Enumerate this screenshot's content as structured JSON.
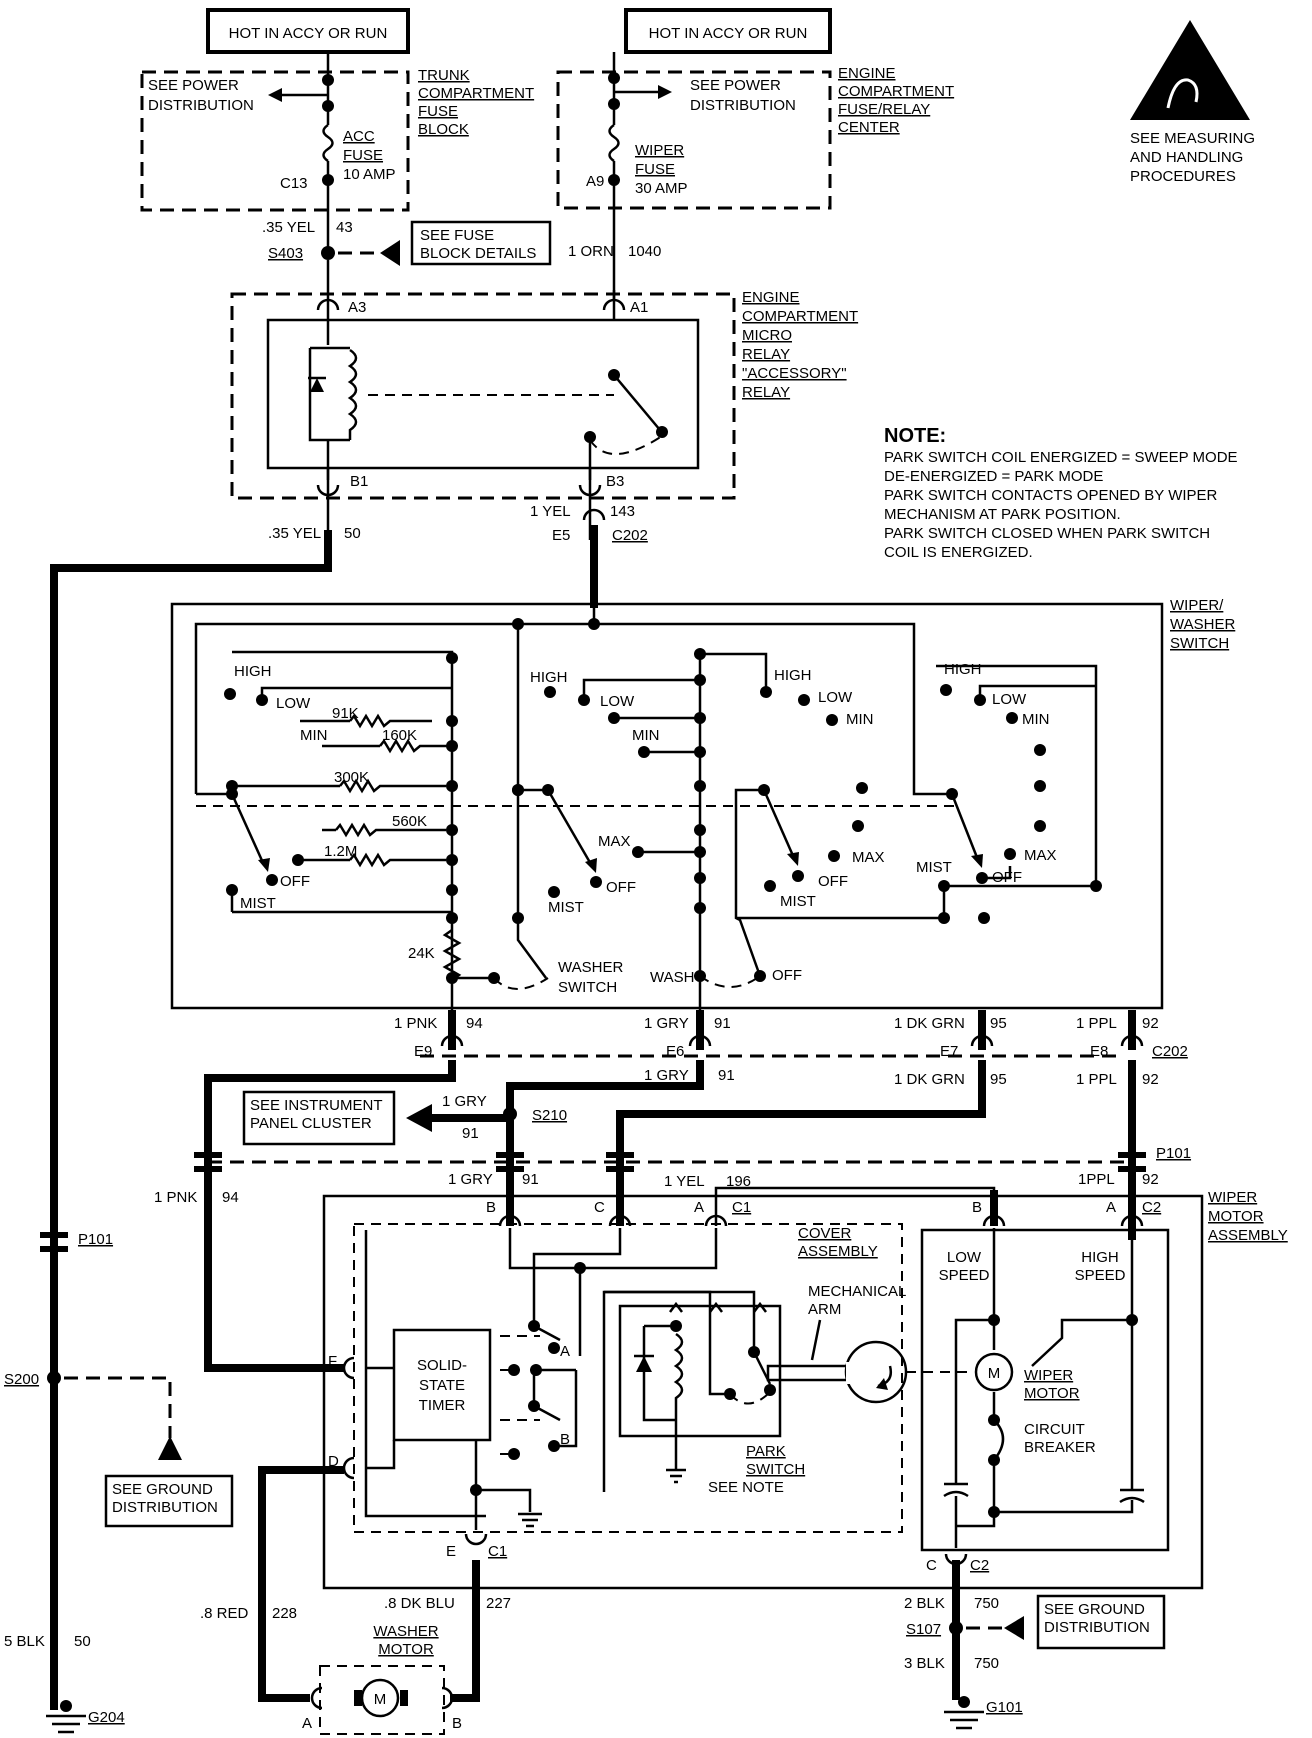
{
  "power": {
    "hot_left": "HOT IN ACCY OR RUN",
    "hot_right": "HOT IN ACCY OR RUN"
  },
  "trunk_block": {
    "see_power_line1": "SEE POWER",
    "see_power_line2": "DISTRIBUTION",
    "name": [
      "TRUNK",
      "COMPARTMENT",
      "FUSE",
      "BLOCK"
    ],
    "fuse": [
      "ACC",
      "FUSE",
      "10 AMP"
    ],
    "terminal": "C13"
  },
  "engine_fuse_center": {
    "see_power_line1": "SEE POWER",
    "see_power_line2": "DISTRIBUTION",
    "name": [
      "ENGINE",
      "COMPARTMENT",
      "FUSE/RELAY",
      "CENTER"
    ],
    "fuse": [
      "WIPER",
      "FUSE",
      "30 AMP"
    ],
    "terminal": "A9"
  },
  "esd": {
    "line1": "SEE MEASURING",
    "line2": "AND HANDLING",
    "line3": "PROCEDURES"
  },
  "splice_s403": {
    "name": "S403",
    "wire": ".35 YEL",
    "circuit": "43",
    "callout_line1": "SEE FUSE",
    "callout_line2": "BLOCK DETAILS"
  },
  "wire_1040": {
    "wire": "1 ORN",
    "circuit": "1040"
  },
  "relay": {
    "name": [
      "ENGINE",
      "COMPARTMENT",
      "MICRO",
      "RELAY",
      "\"ACCESSORY\"",
      "RELAY"
    ],
    "pins": {
      "a3": "A3",
      "a1": "A1",
      "b1": "B1",
      "b3": "B3"
    }
  },
  "wire_50": {
    "wire": ".35 YEL",
    "circuit": "50"
  },
  "wire_143": {
    "wire": "1 YEL",
    "circuit": "143",
    "pin": "E5",
    "connector": "C202"
  },
  "note": {
    "heading": "NOTE:",
    "lines": [
      "PARK SWITCH COIL ENERGIZED = SWEEP MODE",
      "DE-ENERGIZED = PARK MODE",
      "PARK SWITCH CONTACTS OPENED BY WIPER",
      "MECHANISM AT PARK POSITION.",
      "PARK SWITCH CLOSED WHEN PARK SWITCH",
      "COIL IS ENERGIZED."
    ]
  },
  "wiper_switch": {
    "name": [
      "WIPER/",
      "WASHER",
      "SWITCH"
    ],
    "deck1": {
      "high": "HIGH",
      "low": "LOW",
      "min": "MIN",
      "off": "OFF",
      "mist": "MIST"
    },
    "resistors": [
      "91K",
      "160K",
      "300K",
      "560K",
      "1.2M",
      "24K"
    ],
    "deck2": {
      "high": "HIGH",
      "low": "LOW",
      "min": "MIN",
      "max": "MAX",
      "off": "OFF",
      "mist": "MIST",
      "washer1": "WASHER",
      "washer2": "SWITCH"
    },
    "deck3": {
      "high": "HIGH",
      "low": "LOW",
      "min": "MIN",
      "max": "MAX",
      "off": "OFF",
      "mist": "MIST",
      "wash": "WASH",
      "off2": "OFF"
    },
    "deck4": {
      "high": "HIGH",
      "low": "LOW",
      "min": "MIN",
      "max": "MAX",
      "off": "OFF",
      "mist": "MIST"
    }
  },
  "c202_wires": {
    "w94": {
      "wire": "1 PNK",
      "circuit": "94",
      "pin": "E9"
    },
    "w91": {
      "wire": "1 GRY",
      "circuit": "91",
      "pin": "E6"
    },
    "w95": {
      "wire": "1 DK GRN",
      "circuit": "95",
      "pin": "E7"
    },
    "w92": {
      "wire": "1 PPL",
      "circuit": "92",
      "pin": "E8"
    },
    "connector": "C202",
    "w91b": {
      "wire": "1 GRY",
      "circuit": "91"
    },
    "w95b": {
      "wire": "1 DK GRN",
      "circuit": "95"
    },
    "w92b": {
      "wire": "1 PPL",
      "circuit": "92"
    }
  },
  "ipc": {
    "line1": "SEE INSTRUMENT",
    "line2": "PANEL CLUSTER",
    "wire": "1 GRY",
    "circuit": "91",
    "splice": "S210"
  },
  "p101": {
    "label_right": "P101",
    "label_left": "P101",
    "w94": {
      "wire": "1 PNK",
      "circuit": "94"
    },
    "w91": {
      "wire": "1 GRY",
      "circuit": "91"
    },
    "w196": {
      "wire": "1 YEL",
      "circuit": "196"
    },
    "w92": {
      "wire": "1PPL",
      "circuit": "92"
    }
  },
  "motor_assembly": {
    "name": [
      "WIPER",
      "MOTOR",
      "ASSEMBLY"
    ],
    "c1_pins": {
      "b": "B",
      "c": "C",
      "a": "A",
      "label": "C1"
    },
    "c2_pins": {
      "b": "B",
      "a": "A",
      "label": "C2"
    },
    "cover": [
      "COVER",
      "ASSEMBLY"
    ],
    "mech_arm": [
      "MECHANICAL",
      "ARM"
    ],
    "timer": [
      "SOLID-",
      "STATE",
      "TIMER"
    ],
    "relay_a": "A",
    "relay_b": "B",
    "park": [
      "PARK",
      "SWITCH",
      "SEE NOTE"
    ],
    "low_speed": [
      "LOW",
      "SPEED"
    ],
    "high_speed": [
      "HIGH",
      "SPEED"
    ],
    "motor": [
      "WIPER",
      "MOTOR"
    ],
    "motor_symbol": "M",
    "breaker": [
      "CIRCUIT",
      "BREAKER"
    ],
    "pin_f": "F",
    "pin_d": "D",
    "pin_e": "E",
    "c1_bottom": "C1",
    "pin_c_bottom": "C",
    "c2_bottom": "C2"
  },
  "splice_s200": {
    "name": "S200",
    "callout_line1": "SEE GROUND",
    "callout_line2": "DISTRIBUTION"
  },
  "ground_left": {
    "wire": "5 BLK",
    "circuit": "50",
    "ground": "G204"
  },
  "washer": {
    "w228": {
      "wire": ".8 RED",
      "circuit": "228"
    },
    "w227": {
      "wire": ".8 DK BLU",
      "circuit": "227"
    },
    "name": [
      "WASHER",
      "MOTOR"
    ],
    "symbol": "M",
    "pin_a": "A",
    "pin_b": "B"
  },
  "ground_right": {
    "w750a": {
      "wire": "2 BLK",
      "circuit": "750"
    },
    "splice": "S107",
    "callout_line1": "SEE GROUND",
    "callout_line2": "DISTRIBUTION",
    "w750b": {
      "wire": "3 BLK",
      "circuit": "750"
    },
    "ground": "G101"
  }
}
